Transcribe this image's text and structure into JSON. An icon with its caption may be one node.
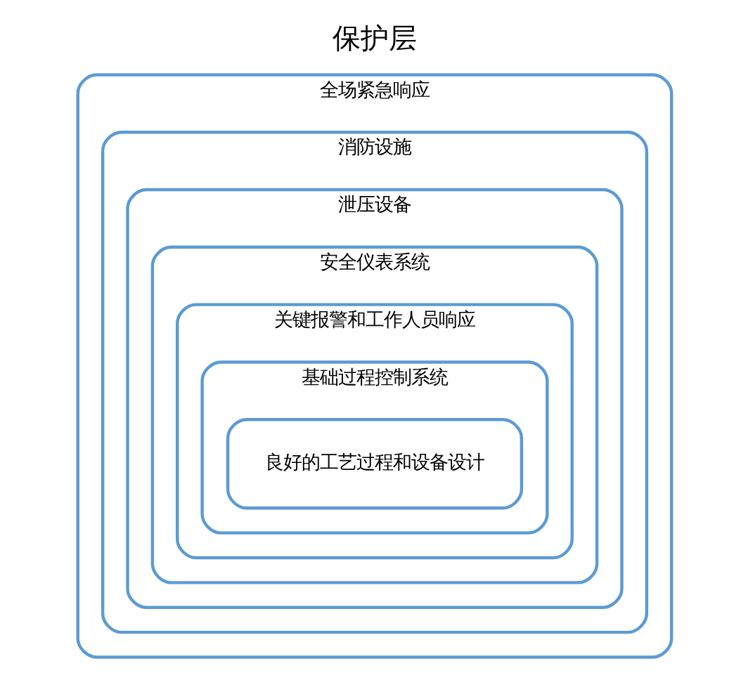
{
  "diagram": {
    "title": "保护层",
    "nodes": [
      {
        "text": [
          "全场紧急响应"
        ]
      },
      {
        "text": [
          "消防设施"
        ],
        "in": 0
      },
      {
        "text": [
          "泄压设备"
        ],
        "in": 1
      },
      {
        "text": [
          "安全仪表系统"
        ],
        "in": 2
      },
      {
        "text": [
          "关键报警和工作人员响应"
        ],
        "in": 3
      },
      {
        "text": [
          "基础过程控制系统"
        ],
        "in": 4
      },
      {
        "text": [
          "良好的工艺过程和设备设计"
        ],
        "in": 5
      }
    ]
  }
}
